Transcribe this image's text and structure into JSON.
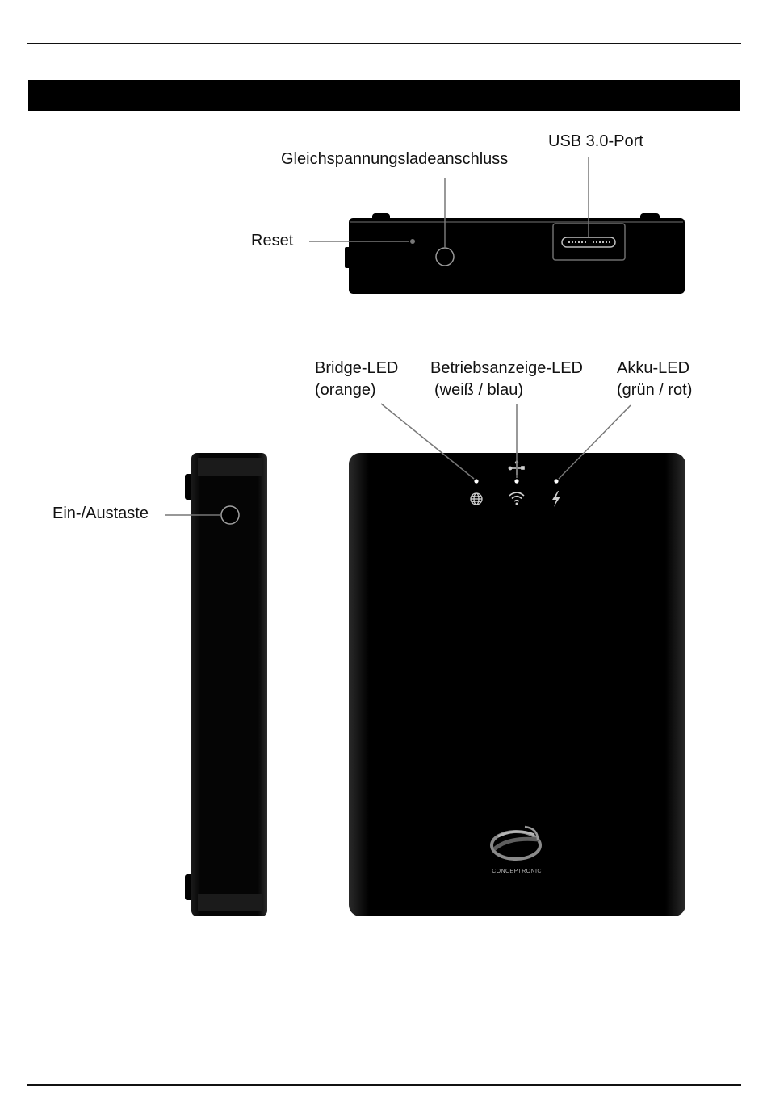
{
  "labels": {
    "dc_port": "Gleichspannungsladeanschluss",
    "usb_port": "USB 3.0-Port",
    "reset": "Reset",
    "bridge_led": "Bridge-LED",
    "bridge_led_color": "(orange)",
    "power_led": "Betriebsanzeige-LED",
    "power_led_color": "(weiß / blau)",
    "battery_led": "Akku-LED",
    "battery_led_color": "(grün / rot)",
    "power_button": "Ein-/Austaste"
  },
  "logo": {
    "brand": "CONCEPTRONIC"
  },
  "colors": {
    "device_body": "#000000",
    "device_edge": "#3a3a3a",
    "leader_line": "#777777",
    "led_dot": "#ffffff",
    "status_icon": "#cfcfcf"
  },
  "icons": [
    "globe-icon",
    "wifi-icon",
    "usb-icon",
    "lightning-icon"
  ]
}
